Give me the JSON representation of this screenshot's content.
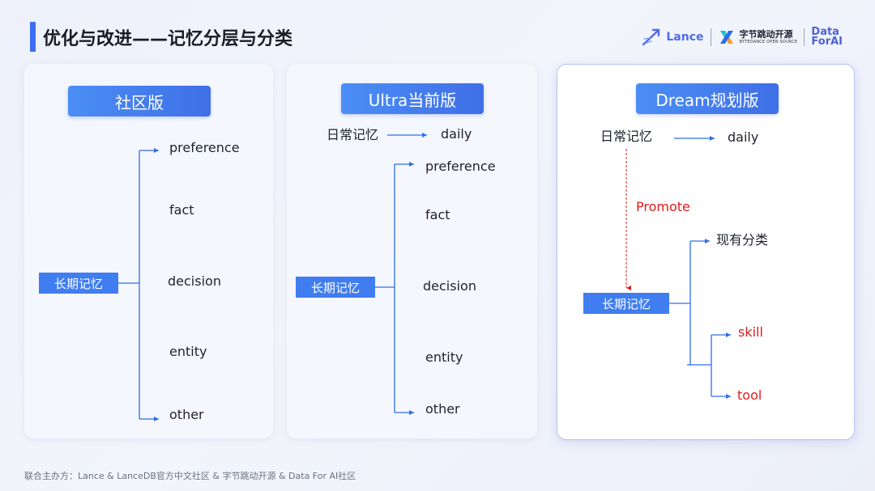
{
  "header": {
    "title": "优化与改进——记忆分层与分类",
    "logo_lance": "Lance",
    "logo_bytedance_cn": "字节跳动开源",
    "logo_bytedance_en": "BYTEDANCE OPEN SOURCE",
    "logo_data_line1": "Data",
    "logo_data_line2": "ForAI"
  },
  "community": {
    "title": "社区版",
    "root": "长期记忆",
    "children": [
      "preference",
      "fact",
      "decision",
      "entity",
      "other"
    ]
  },
  "ultra": {
    "title": "Ultra当前版",
    "short_term": "日常记忆",
    "short_term_target": "daily",
    "root": "长期记忆",
    "children": [
      "preference",
      "fact",
      "decision",
      "entity",
      "other"
    ]
  },
  "dream": {
    "title": "Dream规划版",
    "short_term": "日常记忆",
    "short_term_target": "daily",
    "promote": "Promote",
    "root": "长期记忆",
    "existing": "现有分类",
    "new_children": [
      "skill",
      "tool"
    ]
  },
  "colors": {
    "accent": "#3f7df0",
    "promote_red": "#e21b1b"
  },
  "footer": "联合主办方：Lance & LanceDB官方中文社区 & 字节跳动开源 & Data For AI社区"
}
